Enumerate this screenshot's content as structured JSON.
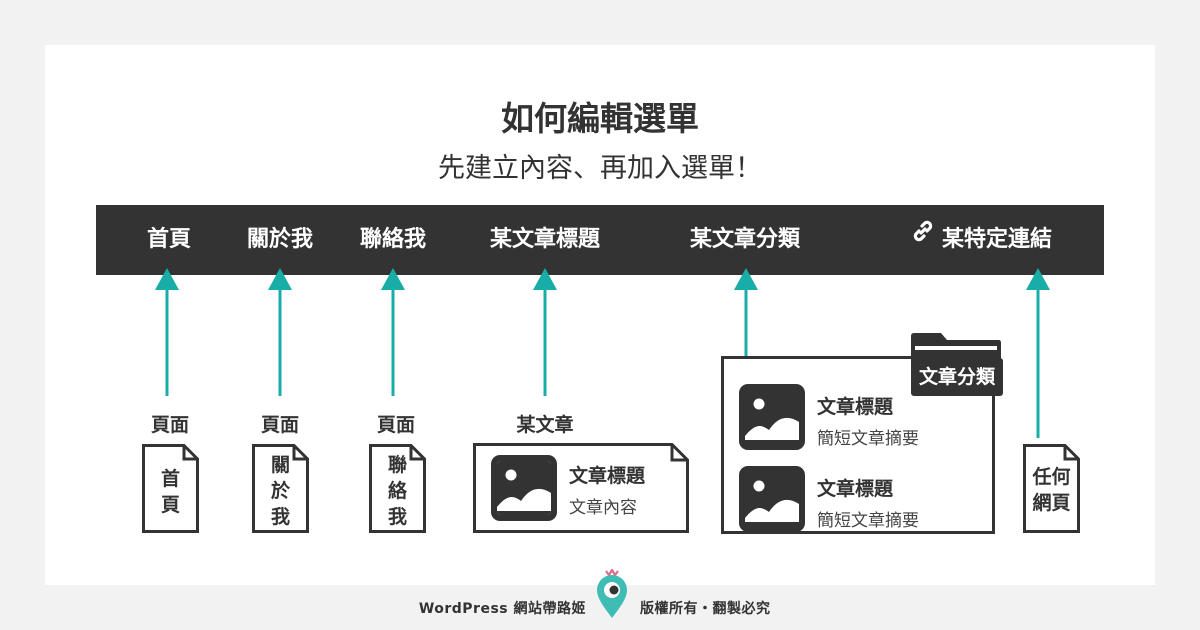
{
  "header": {
    "title": "如何編輯選單",
    "subtitle": "先建立內容、再加入選單！"
  },
  "menu": {
    "items": [
      {
        "label": "首頁"
      },
      {
        "label": "關於我"
      },
      {
        "label": "聯絡我"
      },
      {
        "label": "某文章標題"
      },
      {
        "label": "某文章分類"
      },
      {
        "label": "某特定連結",
        "icon": "link-icon"
      }
    ]
  },
  "sources": {
    "page_label": "頁面",
    "post_label": "某文章",
    "doc_home": [
      "首",
      "頁"
    ],
    "doc_about": [
      "關",
      "於",
      "我"
    ],
    "doc_contact": [
      "聯",
      "絡",
      "我"
    ],
    "doc_any": [
      "任何",
      "網頁"
    ],
    "post_card": {
      "title": "文章標題",
      "excerpt": "文章內容",
      "icon": "image-icon"
    },
    "category": {
      "tag": "文章分類",
      "icon": "folder-icon",
      "posts": [
        {
          "title": "文章標題",
          "excerpt": "簡短文章摘要",
          "icon": "image-icon"
        },
        {
          "title": "文章標題",
          "excerpt": "簡短文章摘要",
          "icon": "image-icon"
        }
      ]
    }
  },
  "footer": {
    "left": "WordPress 網站帶路姬",
    "right": "版權所有・翻製必究",
    "logo_icon": "location-pin-icon"
  },
  "colors": {
    "menubar": "#333333",
    "arrow": "#19ada8",
    "card": "#ffffff",
    "background": "#f2f2f2"
  }
}
